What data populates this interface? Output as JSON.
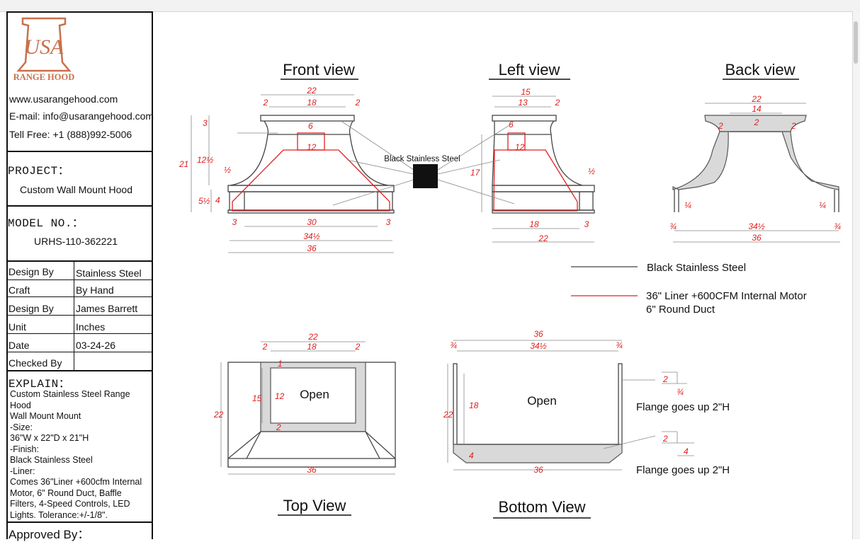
{
  "logo": {
    "letters": "USA",
    "subtitle": "RANGE HOOD",
    "color": "#c9704a"
  },
  "contact": {
    "website": "www.usarangehood.com",
    "email": "E-mail: info@usarangehood.com",
    "phone": "Tell Free: +1 (888)992-5006"
  },
  "project": {
    "label": "PROJECT：",
    "value": "Custom Wall Mount Hood"
  },
  "model": {
    "label": "MODEL NO.：",
    "value": "URHS-110-362221"
  },
  "specs": [
    {
      "label": "Design By",
      "value": "Stainless Steel"
    },
    {
      "label": "Craft",
      "value": "By Hand"
    },
    {
      "label": "Design By",
      "value": "James Barrett"
    },
    {
      "label": "Unit",
      "value": "Inches"
    },
    {
      "label": "Date",
      "value": "03-24-26"
    },
    {
      "label": "Checked By",
      "value": ""
    }
  ],
  "explain": {
    "label": "EXPLAIN：",
    "lines": [
      "Custom Stainless Steel Range",
      "Hood",
      "Wall Mount Mount",
      "-Size:",
      "36\"W x 22\"D x 21\"H",
      "-Finish:",
      "Black Stainless Steel",
      "-Liner:",
      "Comes 36\"Liner +600cfm Internal",
      "Motor, 6\" Round Duct, Baffle",
      "Filters, 4-Speed Controls, LED",
      "Lights. Tolerance:+/-1/8\"."
    ]
  },
  "approved": "Approved By：",
  "views": {
    "front": "Front view",
    "left": "Left view",
    "back": "Back view",
    "top": "Top View",
    "bottom": "Bottom View"
  },
  "material_label": "Black Stainless Steel",
  "legend": {
    "black_label": "Black Stainless Steel",
    "red_label_1": "36\" Liner +600CFM Internal Motor",
    "red_label_2": "6\" Round Duct",
    "black_color": "#444444",
    "red_color": "#e02020"
  },
  "open_label": "Open",
  "flange_label": "Flange goes up 2\"H",
  "dims": {
    "front": {
      "top_w": "22",
      "inner_w": "18",
      "side": "2",
      "h_total": "21",
      "h_upper": "3",
      "h_mid": "12½",
      "h_lower": "5½",
      "h_band": "4",
      "half": "½",
      "box": "6",
      "liner": "12",
      "bottom_inner": "30",
      "bottom_side": "3",
      "bottom_mid": "34½",
      "bottom_total": "36"
    },
    "left": {
      "top_w": "15",
      "inner_w": "13",
      "side": "2",
      "box": "6",
      "liner": "12",
      "h": "17",
      "half": "½",
      "bottom_inner": "18",
      "bottom_side": "3",
      "bottom_total": "22"
    },
    "back": {
      "top_w": "22",
      "inner_w": "14",
      "side": "2",
      "mid": "2",
      "quarter": "¼",
      "bottom_mid": "34½",
      "bottom_side": "¾",
      "bottom_total": "36"
    },
    "top": {
      "top_w": "22",
      "inner_w": "18",
      "side": "2",
      "frame_top": "1",
      "depth_inner": "15",
      "open_h": "12",
      "depth": "22",
      "bottom": "36",
      "bar": "2"
    },
    "bottom": {
      "top_w": "36",
      "mid": "34½",
      "side": "¾",
      "depth": "22",
      "inner": "18",
      "lip": "4",
      "bottom": "36",
      "flange": "2",
      "flange_w": "¾",
      "flange_lip": "4"
    }
  }
}
